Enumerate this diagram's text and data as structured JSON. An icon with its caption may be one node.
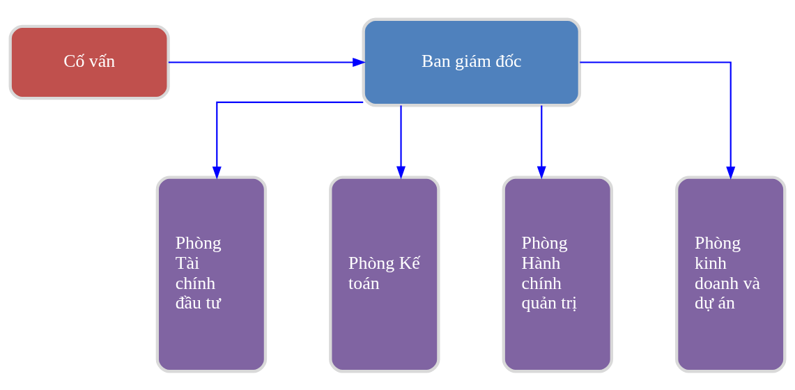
{
  "diagram": {
    "nodes": [
      {
        "text": [
          "Cố vấn"
        ]
      },
      {
        "text": [
          "Ban giám đốc"
        ]
      },
      {
        "text": [
          "Phòng Tài chính đầu tư"
        ]
      },
      {
        "text": [
          "Phòng Kế toán"
        ]
      },
      {
        "text": [
          "Phòng Hành chính quản trị"
        ]
      },
      {
        "text": [
          "Phòng kinh doanh và dự án"
        ]
      }
    ],
    "edges": [
      {
        "from": 0,
        "to": 1,
        "arrow": "to"
      },
      {
        "from": 1,
        "to": 2,
        "arrow": "to"
      },
      {
        "from": 1,
        "to": 3,
        "arrow": "to"
      },
      {
        "from": 1,
        "to": 4,
        "arrow": "to"
      },
      {
        "from": 1,
        "to": 5,
        "arrow": "to"
      }
    ]
  }
}
